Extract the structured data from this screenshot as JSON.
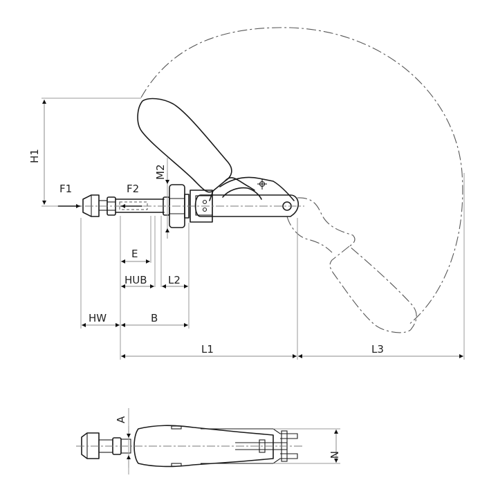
{
  "drawing": {
    "title": "Push-pull toggle clamp technical drawing",
    "side_view": {
      "dimensions": {
        "H1": "H1",
        "F1": "F1",
        "F2": "F2",
        "M2": "M2",
        "E": "E",
        "HUB": "HUB",
        "L2": "L2",
        "HW": "HW",
        "B": "B",
        "L1": "L1",
        "L3": "L3"
      }
    },
    "top_view": {
      "dimensions": {
        "A": "A",
        "N": "N"
      }
    }
  },
  "colors": {
    "outline": "#1a1a1a",
    "dimension_line": "#888888",
    "background": "#ffffff"
  }
}
